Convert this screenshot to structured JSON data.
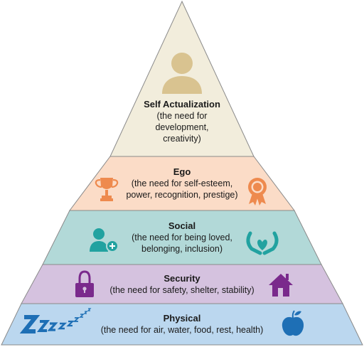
{
  "tiers": [
    {
      "id": "self-actualization",
      "title": "Self Actualization",
      "description": "(the need for\ndevelopment,\ncreativity)",
      "fill": "#f2eddc",
      "icons": [
        "person-icon"
      ],
      "icon_color": "#d9c390"
    },
    {
      "id": "ego",
      "title": "Ego",
      "description": "(the need for self-esteem,\npower, recognition, prestige)",
      "fill": "#fbdcc7",
      "icons": [
        "trophy-icon",
        "award-ribbon-icon"
      ],
      "icon_color": "#ee8a4e"
    },
    {
      "id": "social",
      "title": "Social",
      "description": "(the need for being loved,\nbelonging, inclusion)",
      "fill": "#b2d9d8",
      "icons": [
        "add-user-icon",
        "hands-heart-icon"
      ],
      "icon_color": "#21a2a0"
    },
    {
      "id": "security",
      "title": "Security",
      "description": "(the need for safety, shelter, stability)",
      "fill": "#d5c2df",
      "icons": [
        "padlock-icon",
        "house-icon"
      ],
      "icon_color": "#7a2a8c"
    },
    {
      "id": "physical",
      "title": "Physical",
      "description": "(the need for air, water, food, rest, health)",
      "fill": "#bbd7ef",
      "icons": [
        "sleep-zzz-icon",
        "apple-icon"
      ],
      "icon_color": "#1e6fb5"
    }
  ],
  "colors": {
    "outline": "#8a8a8a"
  }
}
